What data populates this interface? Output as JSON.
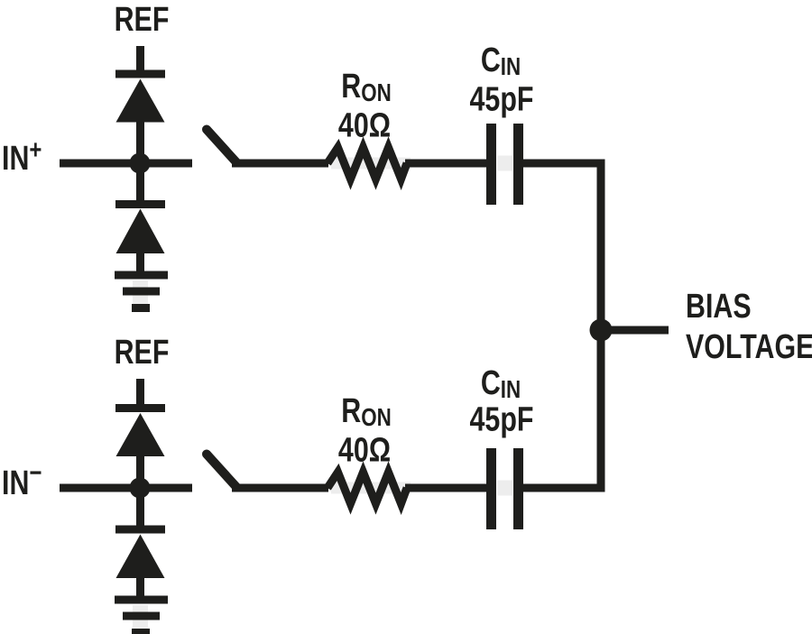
{
  "colors": {
    "ink": "#1e1e1c",
    "background": "#ffffff"
  },
  "channels": [
    {
      "input": {
        "name": "IN",
        "polarity": "+"
      },
      "ref_label": "REF",
      "resistor": {
        "symbol": "R",
        "subscript": "ON",
        "value": "40Ω"
      },
      "capacitor": {
        "symbol": "C",
        "subscript": "IN",
        "value": "45pF"
      }
    },
    {
      "input": {
        "name": "IN",
        "polarity": "−"
      },
      "ref_label": "REF",
      "resistor": {
        "symbol": "R",
        "subscript": "ON",
        "value": "40Ω"
      },
      "capacitor": {
        "symbol": "C",
        "subscript": "IN",
        "value": "45pF"
      }
    }
  ],
  "output": {
    "label_line1": "BIAS",
    "label_line2": "VOLTAGE"
  }
}
